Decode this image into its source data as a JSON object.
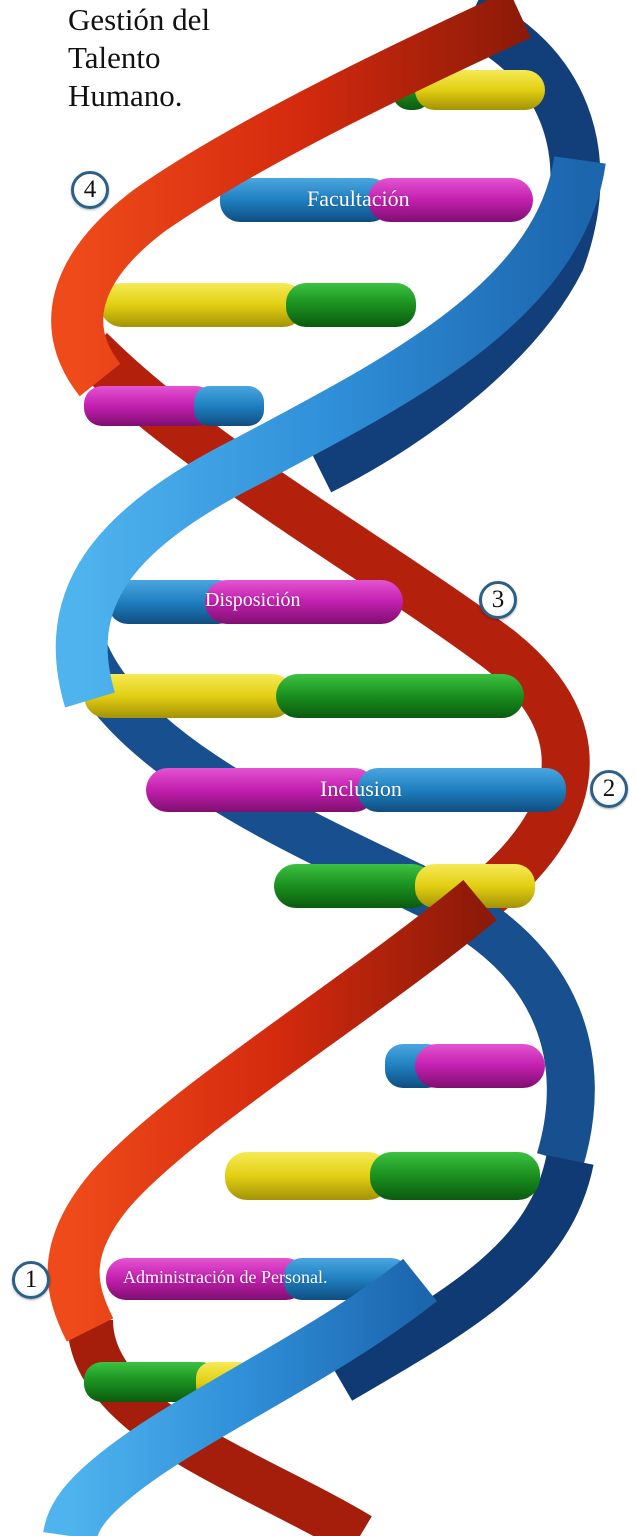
{
  "title": {
    "lines": [
      "Gestión del",
      "Talento",
      "Humano."
    ]
  },
  "steps": [
    {
      "number": "1",
      "label": "Administración de Personal."
    },
    {
      "number": "2",
      "label": "Inclusion"
    },
    {
      "number": "3",
      "label": "Disposición"
    },
    {
      "number": "4",
      "label": "Facultación"
    }
  ],
  "colors": {
    "strand_red": "#d42a0e",
    "strand_red_dark": "#7a1406",
    "strand_blue": "#2f8fd8",
    "strand_blue_dark": "#0d2f62",
    "segment_yellow": "#e2cf12",
    "segment_green": "#1a8f1e",
    "segment_magenta": "#c21fae",
    "segment_blue": "#1f7fc0"
  }
}
